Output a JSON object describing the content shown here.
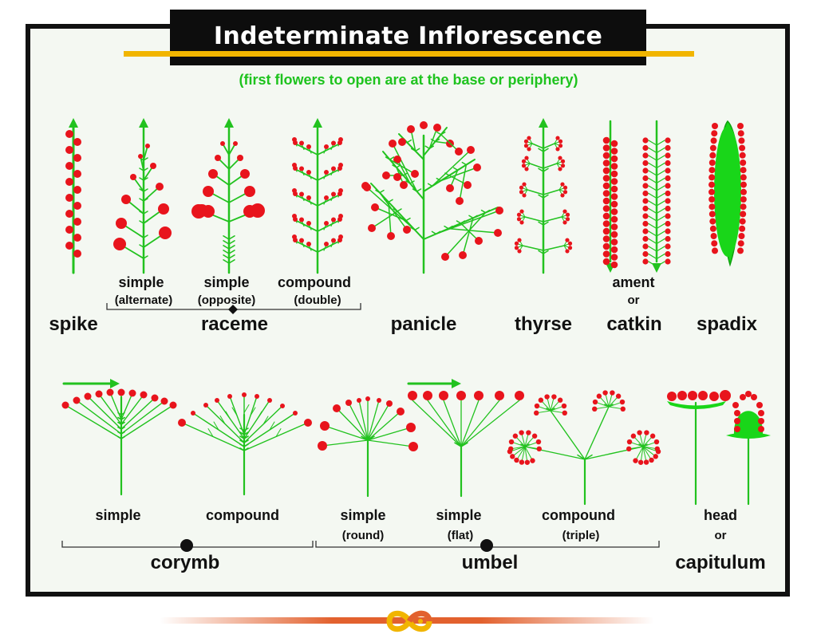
{
  "title": "Indeterminate Inflorescence",
  "subtitle": "(first flowers to open are at the base or periphery)",
  "colors": {
    "flower": "#e8141c",
    "stem": "#22c21f",
    "spadix_fill": "#19d619",
    "title_bg": "#0d0d0d",
    "title_accent": "#f1b500",
    "subtitle": "#1ec31e",
    "footer": "#e2612e"
  },
  "top_row": {
    "spike": "spike",
    "raceme": {
      "name": "raceme",
      "simple_alt": "simple",
      "simple_alt_note": "(alternate)",
      "simple_opp": "simple",
      "simple_opp_note": "(opposite)",
      "compound": "compound",
      "compound_note": "(double)"
    },
    "panicle": "panicle",
    "thyrse": "thyrse",
    "catkin": {
      "name": "catkin",
      "alt": "ament",
      "or": "or"
    },
    "spadix": "spadix"
  },
  "bottom_row": {
    "corymb": {
      "name": "corymb",
      "simple": "simple",
      "compound": "compound"
    },
    "umbel": {
      "name": "umbel",
      "simple_round": "simple",
      "simple_round_note": "(round)",
      "simple_flat": "simple",
      "simple_flat_note": "(flat)",
      "compound": "compound",
      "compound_note": "(triple)"
    },
    "capitulum": {
      "head": "head",
      "or": "or",
      "name": "capitulum"
    }
  },
  "footer_icon": "infinity-logo-icon"
}
